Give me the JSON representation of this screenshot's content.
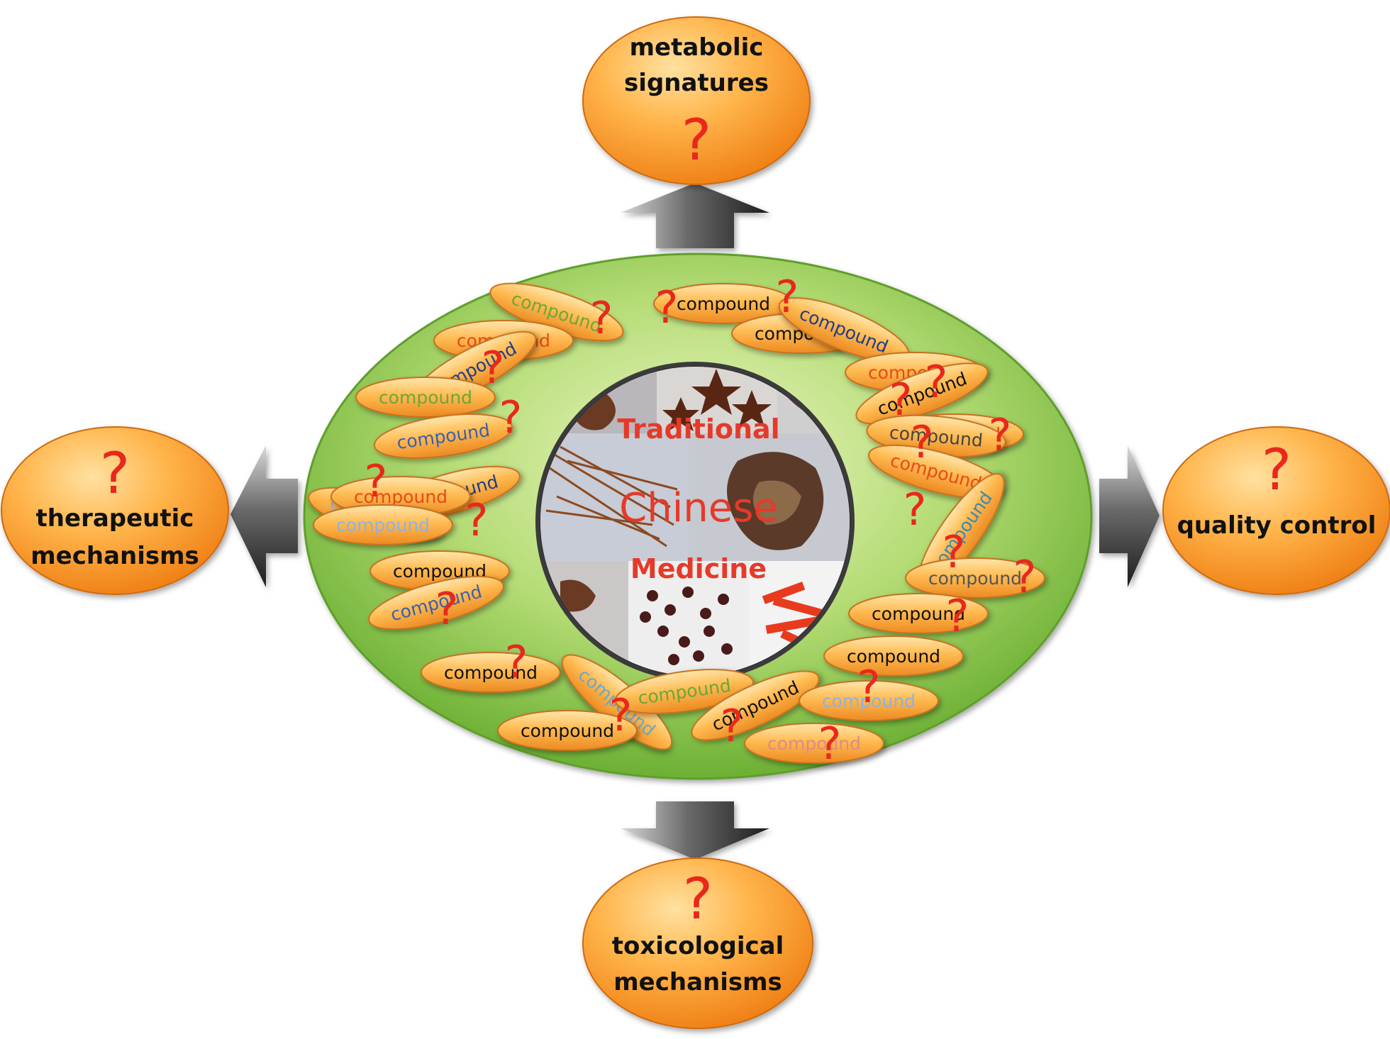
{
  "colors": {
    "orange_light": "#ffd27a",
    "orange_dark": "#f28a1c",
    "green_light": "#e3f2b9",
    "green_dark": "#6fb534",
    "arrow_dark": "#2a2a2a",
    "arrow_light": "#bdbdbd",
    "question": "#e8281c"
  },
  "center": {
    "title_line1": "Traditional",
    "title_line2": "Chinese",
    "title_line3": "Medicine"
  },
  "outcomes": {
    "top": {
      "line1": "metabolic",
      "line2": "signatures",
      "q": "?"
    },
    "left": {
      "line1": "therapeutic",
      "line2": "mechanisms",
      "q": "?"
    },
    "right": {
      "line1": "quality control",
      "q": "?"
    },
    "bottom": {
      "line1": "toxicological",
      "line2": "mechanisms",
      "q": "?"
    }
  },
  "compound_label": "compound",
  "question_mark": "?"
}
